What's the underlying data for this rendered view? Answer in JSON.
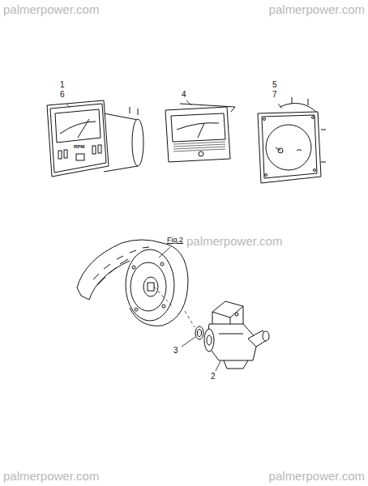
{
  "diagram": {
    "labels": [
      "palmerpower.com",
      "palmerpower.com",
      "1",
      "6",
      "RPM",
      "4",
      "5",
      "7",
      "Fig.2",
      "palmerpower.com",
      "3",
      "2",
      "palmerpower.com",
      "palmerpower.com"
    ]
  }
}
